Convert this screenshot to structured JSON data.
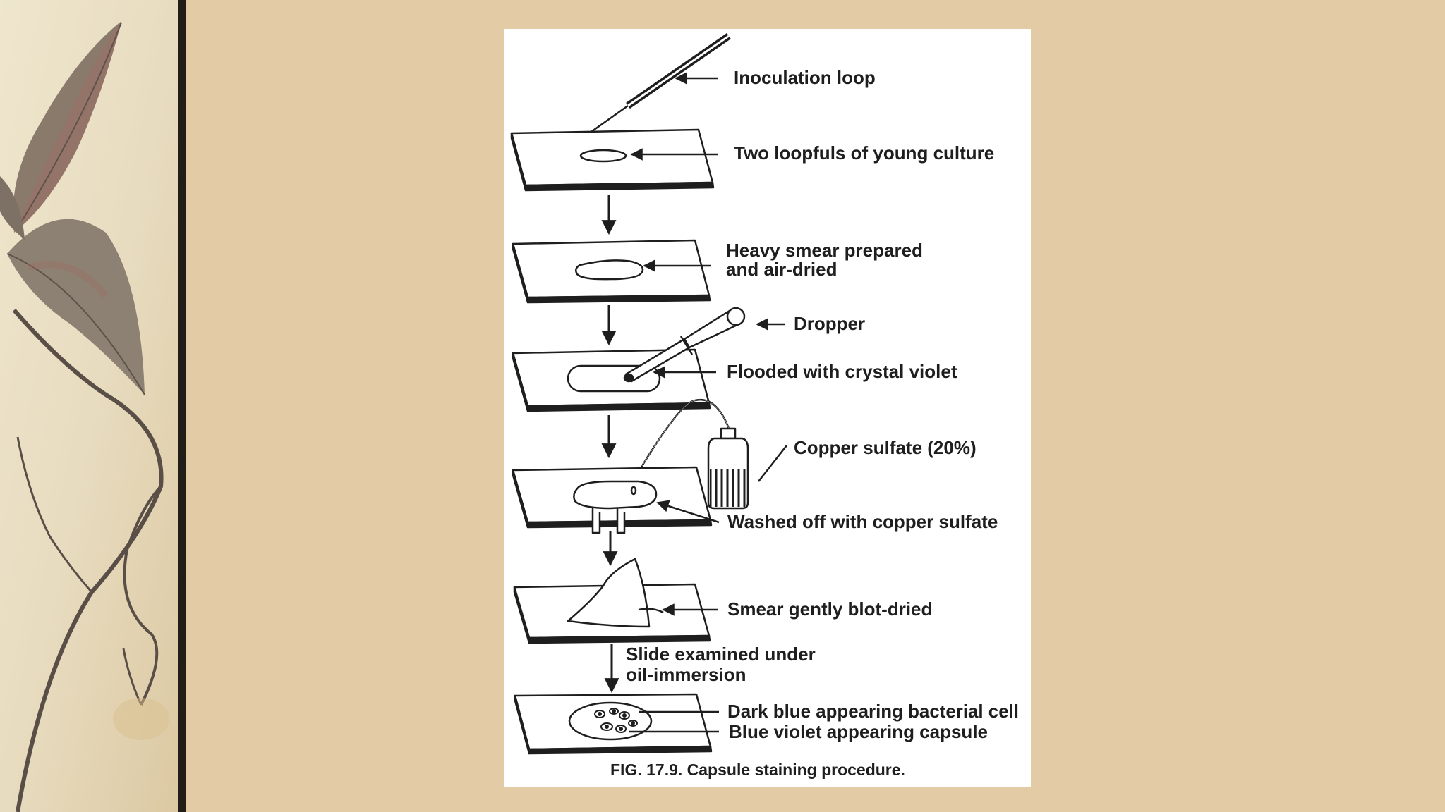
{
  "slide": {
    "background": "#e3cca5",
    "divider_color": "#231d18",
    "decoration": "dried-leaf-branch"
  },
  "figure": {
    "labels": {
      "inoculation_loop": "Inoculation loop",
      "two_loopfuls": "Two loopfuls of young culture",
      "heavy_smear_1": "Heavy smear prepared",
      "heavy_smear_2": "and air-dried",
      "dropper": "Dropper",
      "flooded": "Flooded with crystal violet",
      "copper_sulfate": "Copper sulfate (20%)",
      "washed_off": "Washed off with copper sulfate",
      "blot_dried": "Smear gently blot-dried",
      "examined_1": "Slide examined under",
      "examined_2": "oil-immersion",
      "dark_blue": "Dark blue appearing bacterial cell",
      "blue_violet": "Blue violet appearing capsule"
    },
    "caption": "FIG. 17.9. Capsule staining procedure."
  }
}
